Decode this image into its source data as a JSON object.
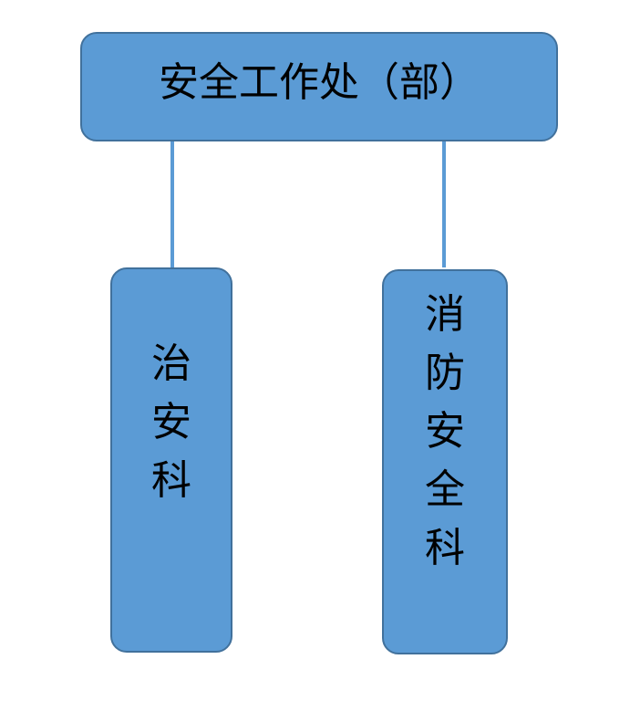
{
  "root": {
    "label": "安全工作处（部）"
  },
  "children": [
    {
      "label": [
        "治",
        "安",
        "科"
      ]
    },
    {
      "label": [
        "消",
        "防",
        "安",
        "全",
        "科"
      ]
    }
  ],
  "colors": {
    "fill": "#5b9bd5",
    "border": "#41719c"
  }
}
